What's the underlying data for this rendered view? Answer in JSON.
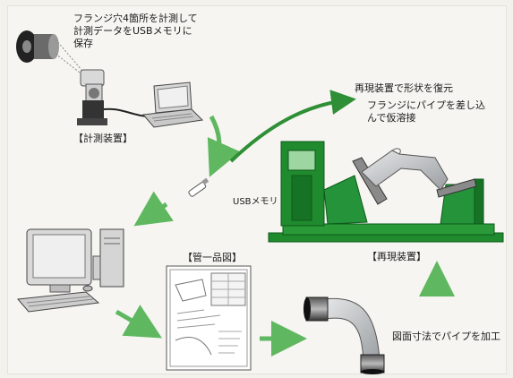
{
  "measure": {
    "note_line1": "フランジ穴4箇所を計測して",
    "note_line2": "計測データをUSBメモリに",
    "note_line3": "保存",
    "device_label": "【計測装置】"
  },
  "usb_label": "USBメモリ",
  "reproduce": {
    "note_line1": "再現装置で形状を復元",
    "note_line2": "フランジにパイプを差し込",
    "note_line3": "んで仮溶接",
    "device_label": "【再現装置】"
  },
  "drawing_label": "【管一品図】",
  "pipe_note": "図面寸法でパイプを加工",
  "colors": {
    "arrow_green": "#5fb860",
    "machine_green": "#1f8a2e",
    "dark_green": "#0f5a1a",
    "pipe_gray": "#b9bcbf"
  }
}
